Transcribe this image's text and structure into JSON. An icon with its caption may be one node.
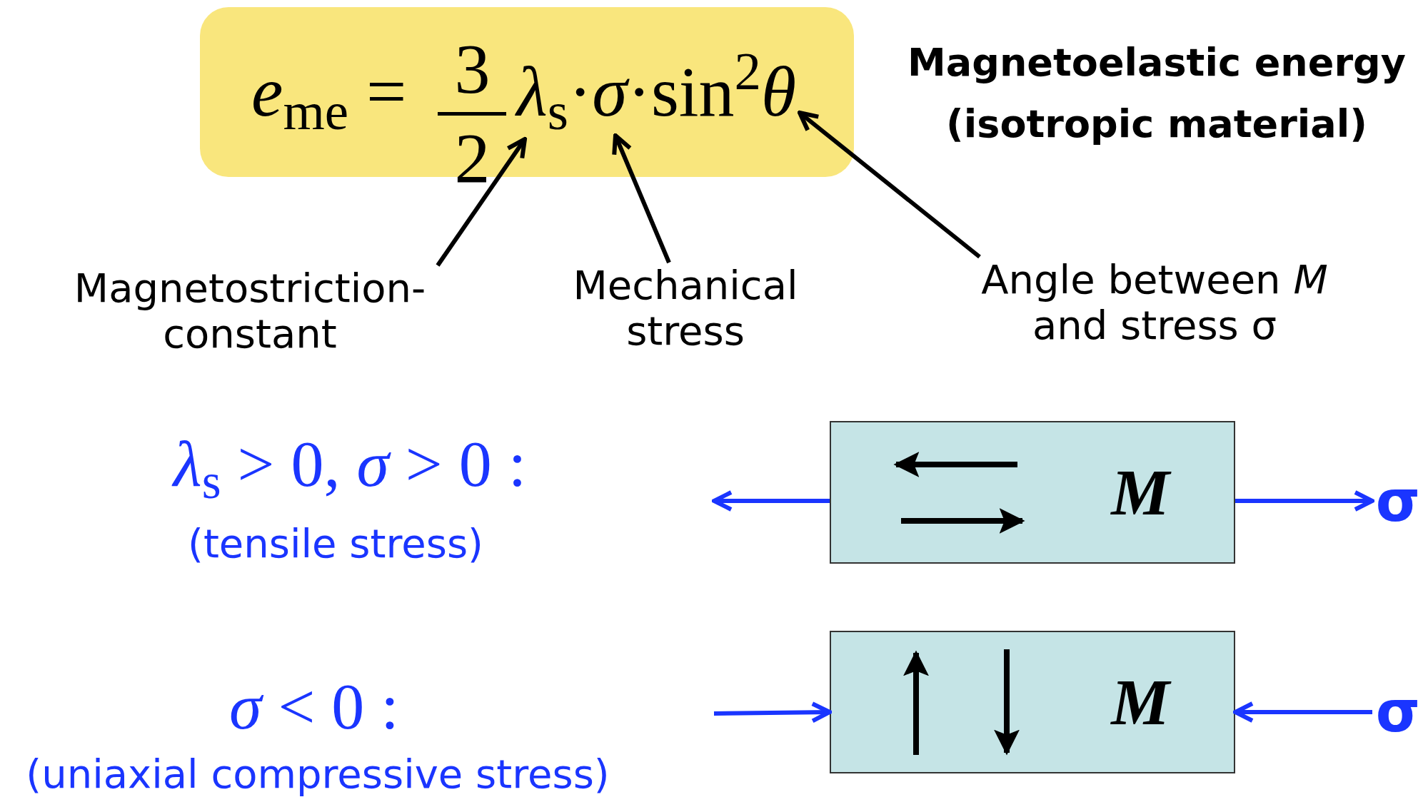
{
  "diagram": {
    "title": "Magnetoelastic energy (isotropic material)",
    "nodes": [
      {
        "text": [
          "*e*$_{me}$ =",
          "3",
          "2",
          "*λ*$_{s}$·*σ*·sin$^{2}$*θ*"
        ]
      },
      {
        "text": [
          "Magnetostriction-constant"
        ]
      },
      {
        "text": [
          "Mechanical stress"
        ]
      },
      {
        "text": [
          "Angle between *M* and stress σ"
        ]
      },
      {
        "text": [
          "M"
        ]
      },
      {
        "text": [
          "M"
        ]
      },
      {
        "text": [
          "σ"
        ]
      },
      {
        "text": [
          "σ"
        ]
      }
    ],
    "edges": [
      {
        "from": 1,
        "to": 0,
        "arrow": "to",
        "color": "#000000"
      },
      {
        "from": 2,
        "to": 0,
        "arrow": "to",
        "color": "#000000"
      },
      {
        "from": 3,
        "to": 0,
        "arrow": "to",
        "color": "#000000"
      },
      {
        "from": 4,
        "to": null,
        "arrow": "to"
      },
      {
        "from": 4,
        "to": 6,
        "arrow": "to"
      },
      {
        "from": null,
        "to": 5,
        "arrow": "to"
      },
      {
        "from": 7,
        "to": 5,
        "arrow": "to"
      }
    ],
    "labels": [
      "*λ*$_{s}$ > 0, *σ* > 0 :",
      "(tensile stress)",
      "*σ* < 0 :",
      "(uniaxial compressive stress)"
    ]
  }
}
